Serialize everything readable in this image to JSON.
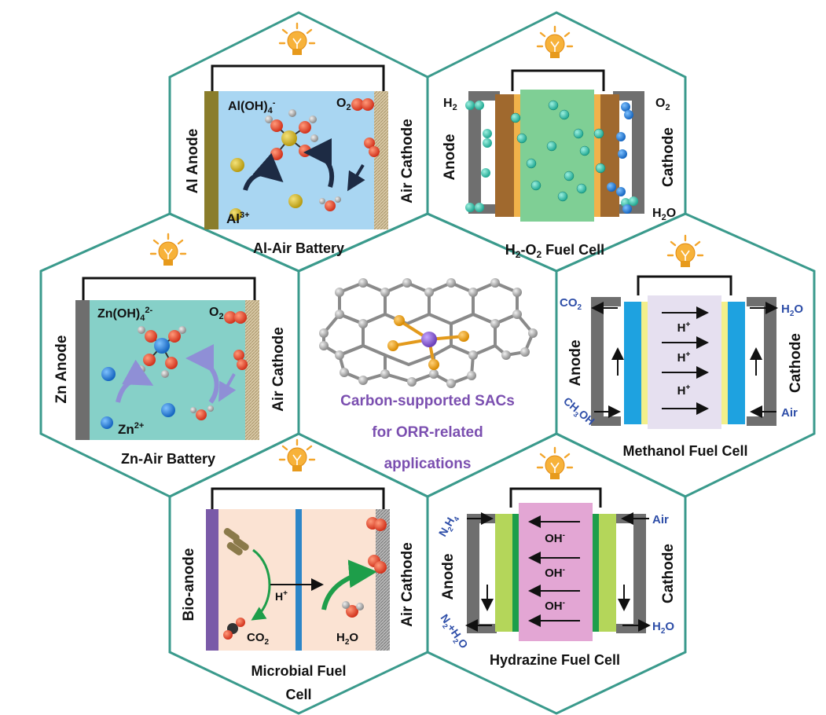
{
  "center": {
    "line1": "Carbon-supported SACs",
    "line2": "for ORR-related",
    "line3": "applications"
  },
  "al_air": {
    "title": "Al-Air Battery",
    "anode": "Al Anode",
    "cathode": "Air Cathode",
    "species": "Al(OH)",
    "species_sub": "4",
    "species_sup": "-",
    "o2": "O",
    "o2_sub": "2",
    "ion": "Al",
    "ion_sup": "3+"
  },
  "h2o2": {
    "title_pre": "H",
    "title_sub1": "2",
    "title_mid": "-O",
    "title_sub2": "2",
    "title_post": " Fuel Cell",
    "anode": "Anode",
    "cathode": "Cathode",
    "h2": "H",
    "h2_sub": "2",
    "o2": "O",
    "o2_sub": "2",
    "h2o": "H",
    "h2o_sub": "2",
    "h2o_post": "O"
  },
  "zn_air": {
    "title": "Zn-Air Battery",
    "anode": "Zn Anode",
    "cathode": "Air Cathode",
    "species": "Zn(OH)",
    "species_sub": "4",
    "species_sup": "2-",
    "o2": "O",
    "o2_sub": "2",
    "ion": "Zn",
    "ion_sup": "2+"
  },
  "methanol": {
    "title": "Methanol Fuel Cell",
    "anode": "Anode",
    "cathode": "Cathode",
    "co2": "CO",
    "co2_sub": "2",
    "h2o": "H",
    "h2o_sub": "2",
    "h2o_post": "O",
    "ch3oh": "CH",
    "ch3oh_sub": "3",
    "ch3oh_post": "OH",
    "air": "Air",
    "proton": "H",
    "proton_sup": "+"
  },
  "microbial": {
    "title1": "Microbial Fuel",
    "title2": "Cell",
    "anode": "Bio-anode",
    "cathode": "Air Cathode",
    "proton": "H",
    "proton_sup": "+",
    "co2": "CO",
    "co2_sub": "2",
    "h2o": "H",
    "h2o_sub": "2",
    "h2o_post": "O"
  },
  "hydrazine": {
    "title": "Hydrazine Fuel Cell",
    "anode": "Anode",
    "cathode": "Cathode",
    "n2h4": "N",
    "n2h4_sub1": "2",
    "n2h4_mid": "H",
    "n2h4_sub2": "4",
    "products": "N",
    "products_sub1": "2",
    "products_mid": "+H",
    "products_sub2": "2",
    "products_post": "O",
    "air": "Air",
    "h2o": "H",
    "h2o_sub": "2",
    "h2o_post": "O",
    "hydroxide": "OH",
    "hydroxide_sup": "-"
  },
  "colors": {
    "hex_border": "#3a9a8c",
    "electrolyte_blue": "#a9d6f2",
    "electrolyte_teal": "#86d0c8",
    "membrane_green": "#7fcf95",
    "cell_lavender": "#e6e0f0",
    "cell_pink": "#e3a6d4",
    "bio_bg": "#fbe3d3",
    "label_blue": "#2e4ea8",
    "center_text": "#7b4fb0"
  },
  "icons": [
    "lightbulb-icon",
    "molecule-icon"
  ]
}
